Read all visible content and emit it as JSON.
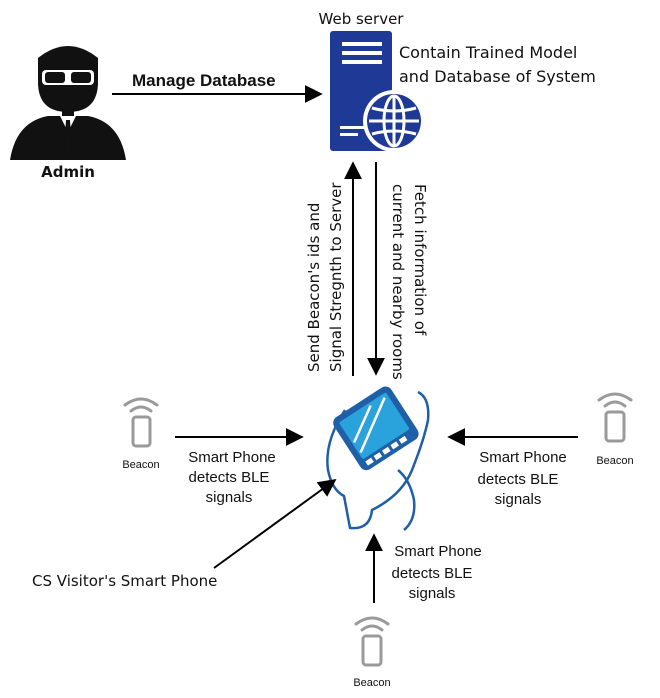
{
  "web_server": {
    "title": "Web server",
    "description_line1": "Contain Trained Model",
    "description_line2": "and Database of System"
  },
  "admin": {
    "label": "Admin",
    "action_label": "Manage Database"
  },
  "vertical_labels": {
    "send_line1": "Send Beacon's ids and",
    "send_line2": "Signal Stregnth to Server",
    "fetch_line1": "Fetch information of",
    "fetch_line2": "current and nearby rooms"
  },
  "beacons": {
    "left": "Beacon",
    "right": "Beacon",
    "bottom": "Beacon"
  },
  "detect_labels": {
    "left": [
      "Smart Phone",
      "detects BLE",
      "signals"
    ],
    "right": [
      "Smart Phone",
      "detects BLE",
      "signals"
    ],
    "bottom": [
      "Smart Phone",
      "detects BLE",
      "signals"
    ]
  },
  "visitor_label": "CS Visitor's Smart Phone",
  "colors": {
    "server_blue": "#1e3a96",
    "phone_blue": "#1e5fa8",
    "phone_screen": "#2aa2dc",
    "beacon_grey": "#9a9a9a",
    "arrow": "#000000",
    "admin_black": "#111111"
  }
}
